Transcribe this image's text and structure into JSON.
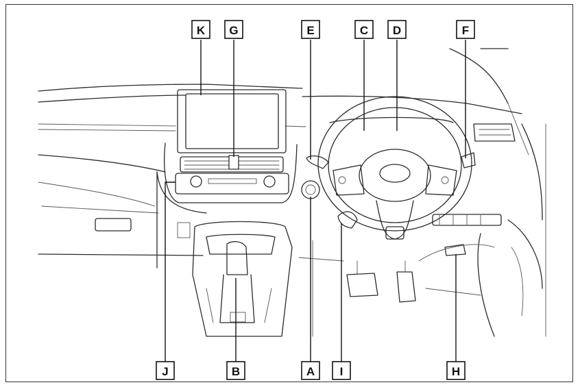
{
  "diagram": {
    "labels": {
      "K": "K",
      "G": "G",
      "E": "E",
      "C": "C",
      "D": "D",
      "F": "F",
      "J": "J",
      "B": "B",
      "A": "A",
      "I": "I",
      "H": "H"
    }
  }
}
